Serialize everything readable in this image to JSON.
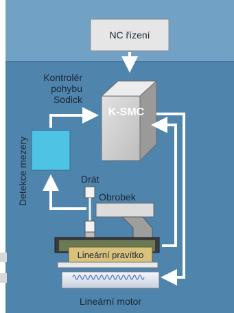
{
  "labels": {
    "nc_control": "NC řízení",
    "controller_line1": "Kontrolér",
    "controller_line2": "pohybu",
    "controller_line3": "Sodick",
    "ksmc": "K-SMC",
    "gap_detection": "Detekce mezery",
    "wire": "Drát",
    "workpiece": "Obrobek",
    "linear_scale": "Lineární pravítko",
    "linear_motor": "Lineární motor"
  },
  "colors": {
    "background_top": "#6f9dc2",
    "background_main": "#4f84ad",
    "detector_box": "#4fc3e3",
    "scale_fill": "#d9c27e",
    "table_green": "#5e6b4f",
    "arrow": "#ffffff",
    "coil": "#5070c8"
  }
}
